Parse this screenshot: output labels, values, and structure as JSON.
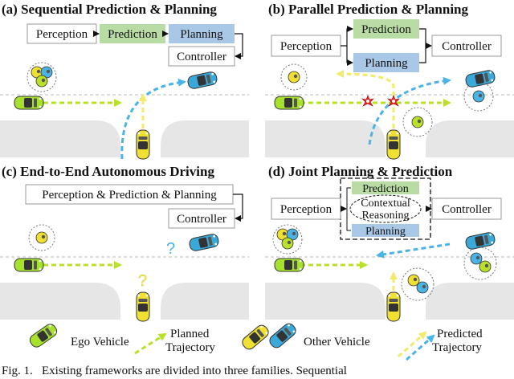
{
  "panels": {
    "a": {
      "title": "(a) Sequential Prediction & Planning",
      "perception": "Perception",
      "prediction": "Prediction",
      "planning": "Planning",
      "controller": "Controller"
    },
    "b": {
      "title": "(b) Parallel Prediction & Planning",
      "perception": "Perception",
      "prediction": "Prediction",
      "planning": "Planning",
      "controller": "Controller"
    },
    "c": {
      "title": "(c) End-to-End Autonomous Driving",
      "combined": "Perception & Prediction & Planning",
      "controller": "Controller"
    },
    "d": {
      "title": "(d) Joint Planning & Prediction",
      "perception": "Perception",
      "prediction": "Prediction",
      "reasoning_line1": "Contextual",
      "reasoning_line2": "Reasoning",
      "planning": "Planning",
      "controller": "Controller"
    }
  },
  "legend": {
    "ego": "Ego Vehicle",
    "planned_line1": "Planned",
    "planned_line2": "Trajectory",
    "other": "Other Vehicle",
    "predicted_line1": "Predicted",
    "predicted_line2": "Trajectory"
  },
  "caption": "Fig. 1.   Existing frameworks are divided into three families. Sequential",
  "colors": {
    "prediction_fill": "#b9dca4",
    "planning_fill": "#a9c7e6",
    "ego_car": "#a6e22b",
    "other_yellow": "#f0e032",
    "other_blue": "#3aa8d8",
    "planned_traj": "#b9e02a",
    "predicted_yellow": "#f1ea6a",
    "predicted_blue": "#4ab4e6",
    "road": "#e6e6e6"
  }
}
